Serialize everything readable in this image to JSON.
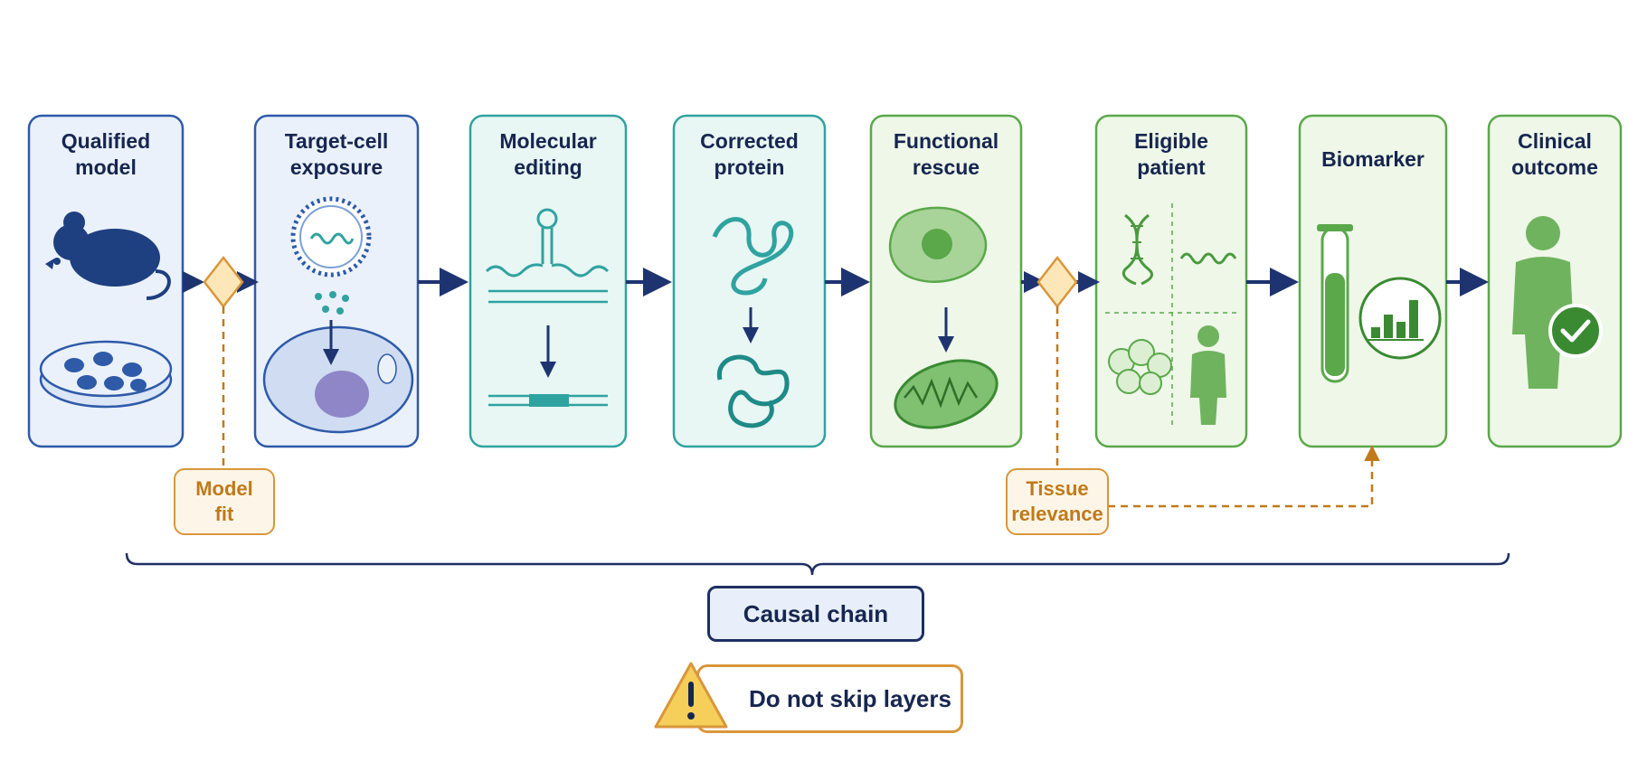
{
  "stages": [
    {
      "line1": "Qualified",
      "line2": "model"
    },
    {
      "line1": "Target-cell",
      "line2": "exposure"
    },
    {
      "line1": "Molecular",
      "line2": "editing"
    },
    {
      "line1": "Corrected",
      "line2": "protein"
    },
    {
      "line1": "Functional",
      "line2": "rescue"
    },
    {
      "line1": "Eligible",
      "line2": "patient"
    },
    {
      "line1": "Biomarker",
      "line2": ""
    },
    {
      "line1": "Clinical",
      "line2": "outcome"
    }
  ],
  "gates": {
    "model_fit": {
      "line1": "Model",
      "line2": "fit"
    },
    "tissue_relevance": {
      "line1": "Tissue",
      "line2": "relevance"
    }
  },
  "chain_label": "Causal chain",
  "warning": "Do not skip layers",
  "colors": {
    "navy": "#1e3470",
    "blue_border": "#2e5aa8",
    "blue_fill": "#eaf1fb",
    "teal_border": "#2fa3a0",
    "teal_fill": "#e8f6f4",
    "green_border": "#5aa84a",
    "green_fill": "#eef7e8",
    "gate_border": "#d9963a",
    "gate_fill": "#fde7b8"
  },
  "icons": [
    "mouse-icon",
    "petri-dish-icon",
    "nanoparticle-icon",
    "cell-icon",
    "hairpin-rna-icon",
    "dna-strand-icon",
    "protein-coil-icon",
    "folded-protein-icon",
    "cell-icon",
    "mitochondrion-icon",
    "dna-helix-icon",
    "rna-wave-icon",
    "tissue-icon",
    "person-icon",
    "test-tube-icon",
    "bar-chart-icon",
    "person-icon",
    "checkmark-icon",
    "warning-icon"
  ]
}
